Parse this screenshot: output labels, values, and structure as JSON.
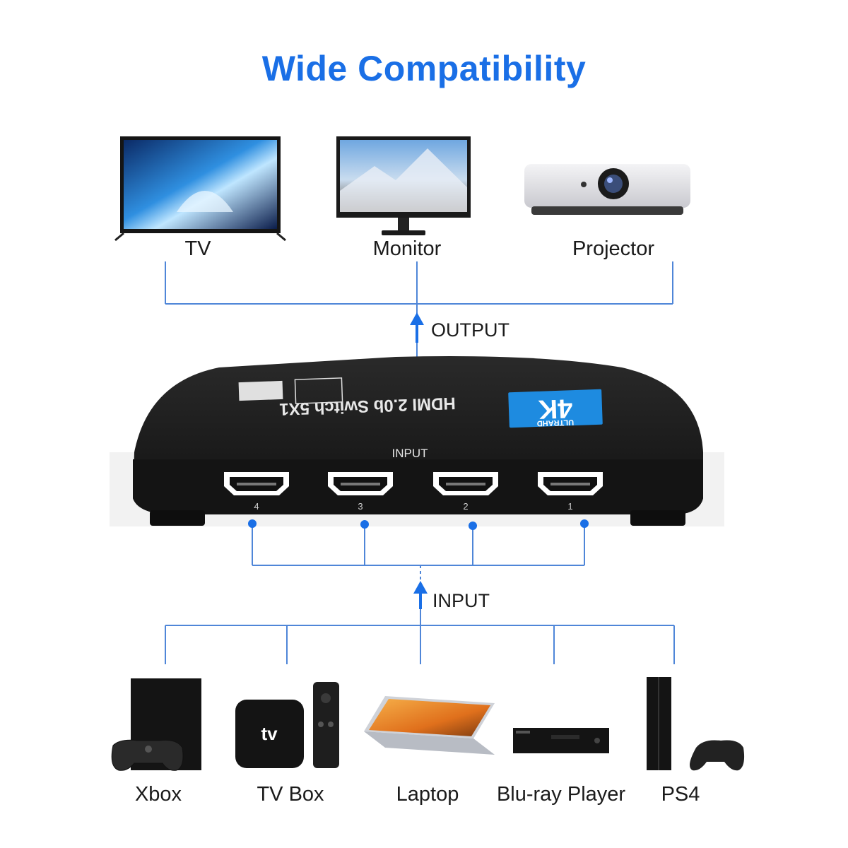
{
  "title": "Wide Compatibility",
  "outputs": [
    {
      "label": "TV",
      "icon": "tv-icon"
    },
    {
      "label": "Monitor",
      "icon": "monitor-icon"
    },
    {
      "label": "Projector",
      "icon": "projector-icon"
    }
  ],
  "output_label": "OUTPUT",
  "input_label": "INPUT",
  "device": {
    "badge_top": "4K",
    "badge_sub": "ULTRAHD",
    "model": "HDMI 2.0b Switch 5X1",
    "panel_input_label": "INPUT",
    "ports": [
      "4",
      "3",
      "2",
      "1"
    ]
  },
  "inputs": [
    {
      "label": "Xbox",
      "icon": "xbox-icon"
    },
    {
      "label": "TV Box",
      "icon": "tv-box-icon"
    },
    {
      "label": "Laptop",
      "icon": "laptop-icon"
    },
    {
      "label": "Blu-ray Player",
      "icon": "bluray-player-icon"
    },
    {
      "label": "PS4",
      "icon": "ps4-icon"
    }
  ],
  "colors": {
    "accent": "#1a6fe6",
    "line": "#4f86d8",
    "device": "#1c1c1c"
  }
}
